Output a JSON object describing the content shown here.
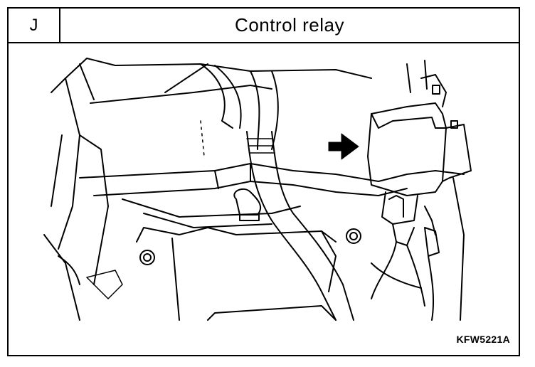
{
  "section_letter": "J",
  "title": "Control relay",
  "figure_code": "KFW5221A",
  "illustration_icon": "engine-bay-line-drawing",
  "arrow_icon": "right-arrow-icon"
}
